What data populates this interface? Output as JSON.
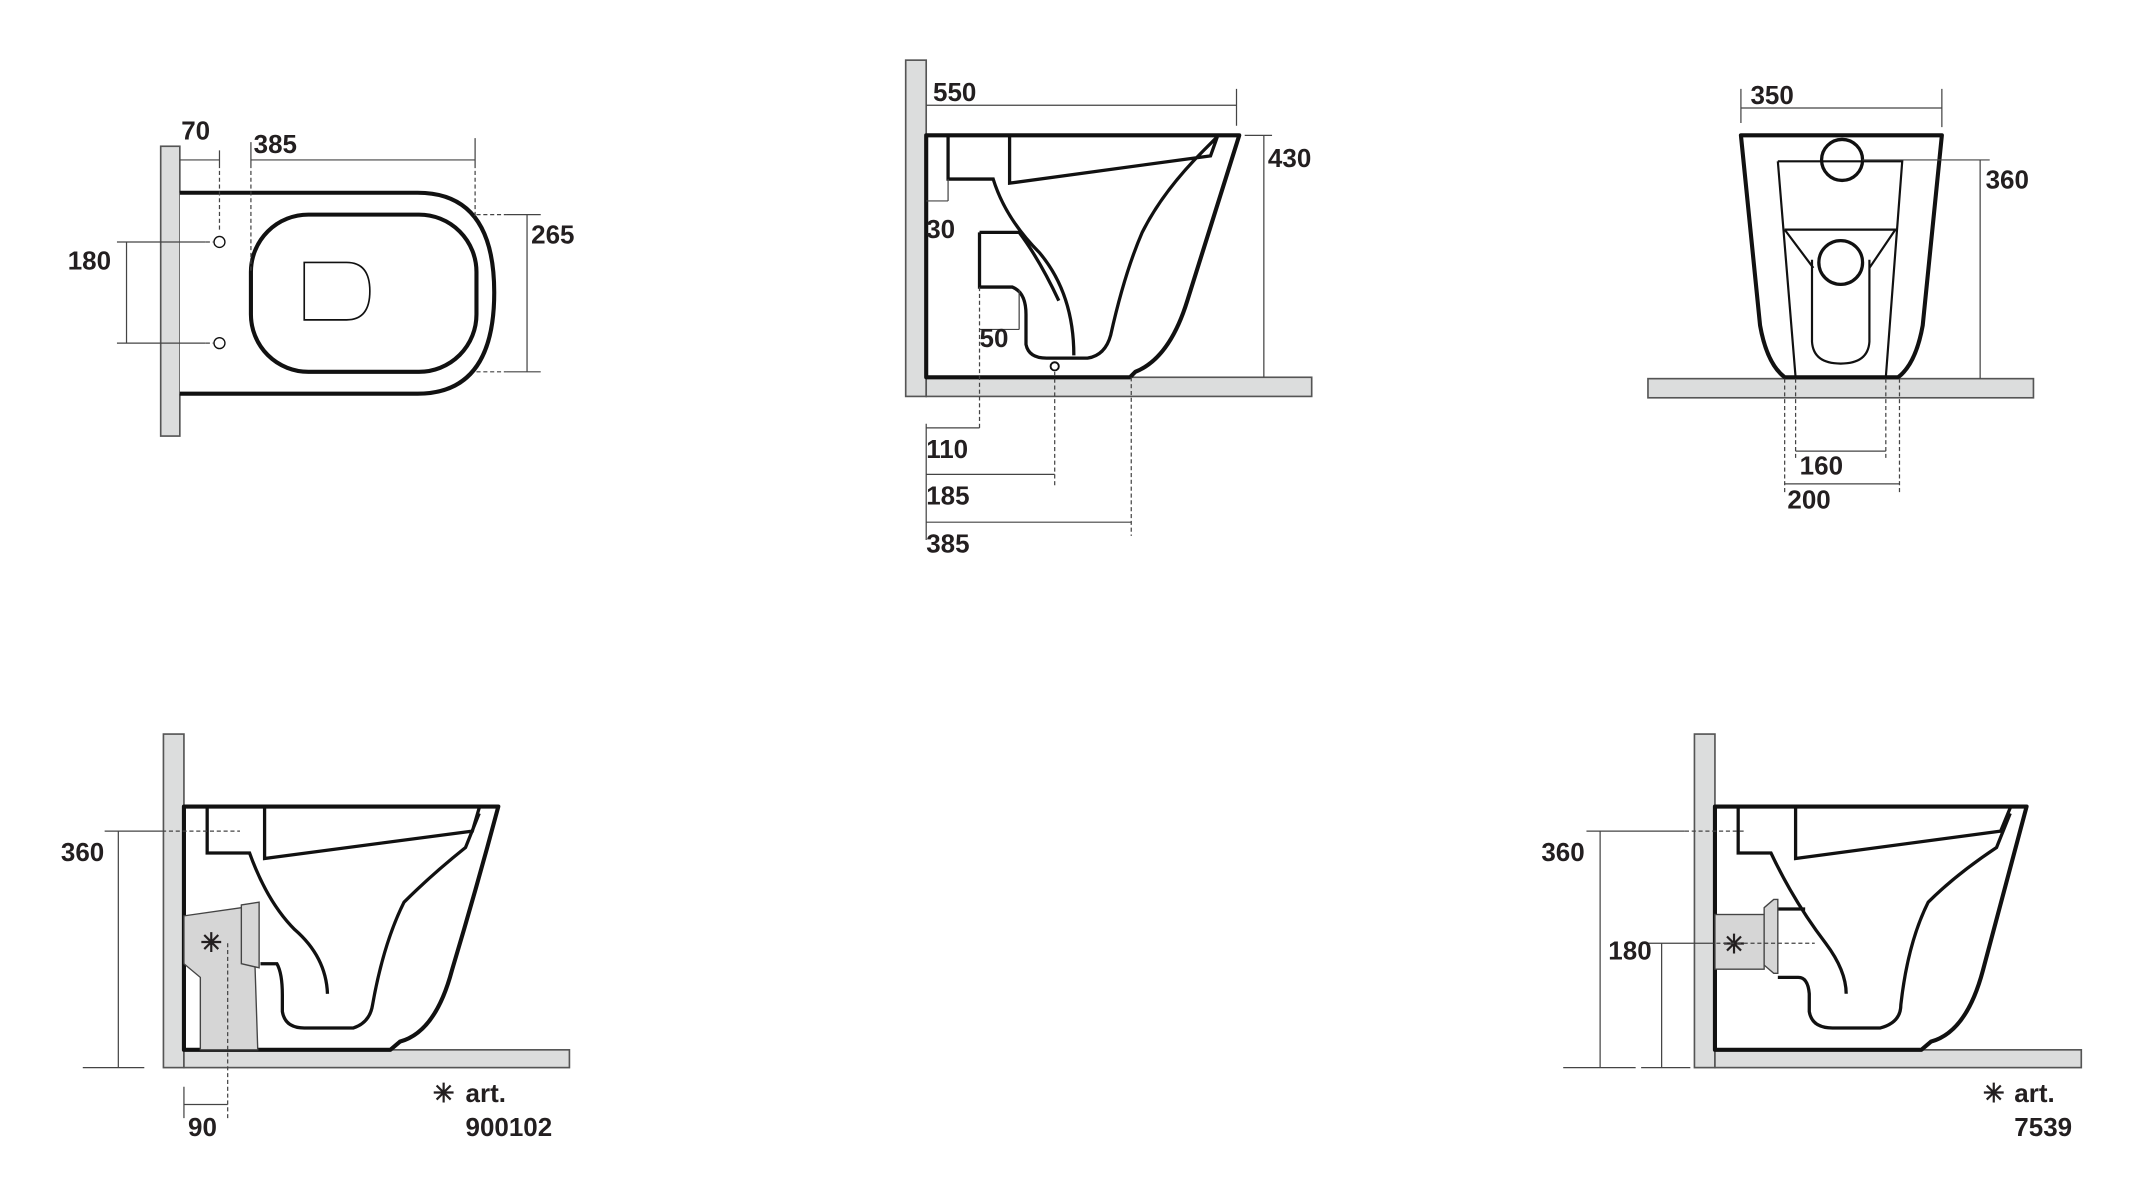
{
  "top_view": {
    "dims": {
      "wall_to_holes": "70",
      "seat_length": "385",
      "hole_spacing": "180",
      "seat_width": "265"
    }
  },
  "side_view": {
    "dims": {
      "length": "550",
      "height": "430",
      "d30": "30",
      "d50": "50",
      "d110": "110",
      "d185": "185",
      "d385": "385"
    }
  },
  "front_view": {
    "dims": {
      "width": "350",
      "height": "360",
      "d160": "160",
      "d200": "200"
    }
  },
  "floor_outlet_view": {
    "dims": {
      "height": "360",
      "d90": "90"
    },
    "note": {
      "symbol": "✳",
      "label": "art.",
      "code": "900102"
    }
  },
  "wall_outlet_view": {
    "dims": {
      "height": "360",
      "outlet_height": "180"
    },
    "note": {
      "symbol": "✳",
      "label": "art.",
      "code": "7539"
    }
  }
}
